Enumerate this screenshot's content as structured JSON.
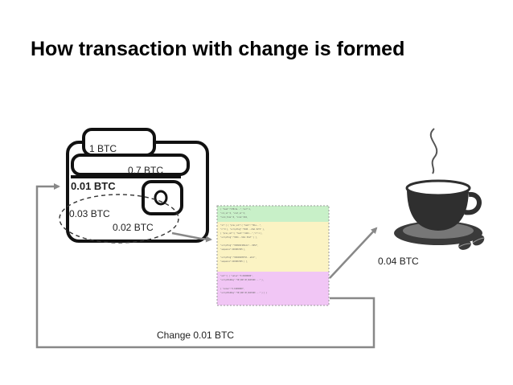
{
  "title": "How transaction with change is formed",
  "wallet": {
    "bill_top": "1 BTC",
    "bill_mid": "0.7 BTC",
    "selected_main": "0.01 BTC",
    "selected_a": "0.03 BTC",
    "selected_b": "0.02 BTC"
  },
  "payment_label": "0.04 BTC",
  "change_label": "Change 0.01 BTC",
  "colors": {
    "tx_header": "#c8f0c8",
    "tx_inputs": "#fbf3c3",
    "tx_outputs": "#f1c6f5",
    "arrow": "#888888",
    "cup": "#3a3a3a"
  },
  "icons": [
    "wallet-icon",
    "coffee-cup-icon",
    "coffee-bean-icon"
  ]
}
